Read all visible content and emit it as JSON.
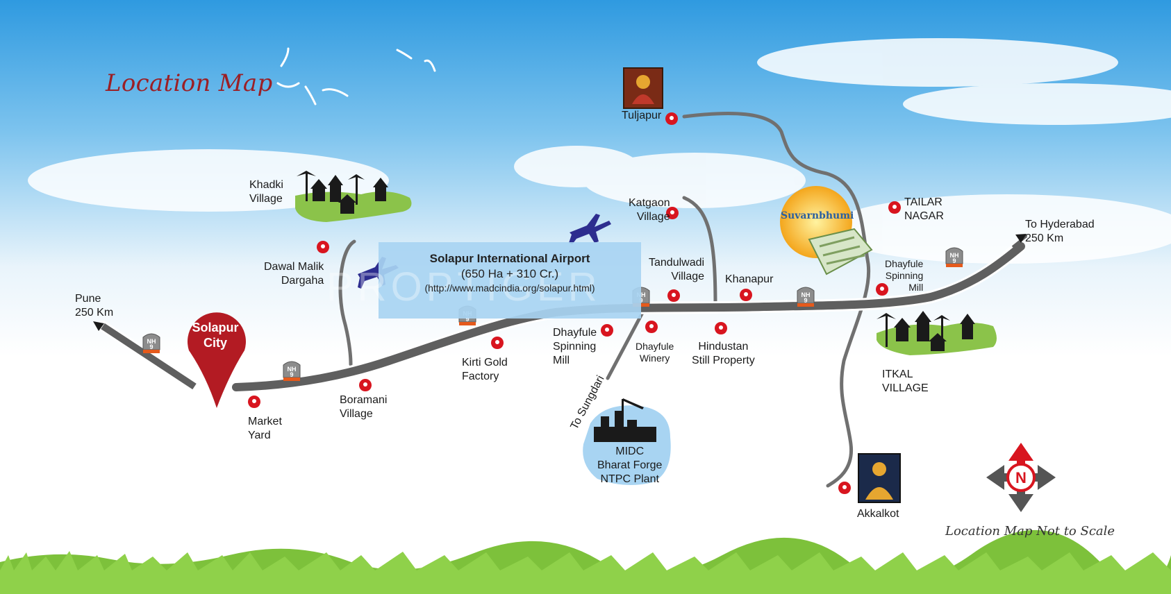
{
  "title": "Location Map",
  "scale_note": "Location Map Not to Scale",
  "watermark": "PROPTIGER",
  "city": {
    "line1": "Solapur",
    "line2": "City"
  },
  "airport": {
    "name": "Solapur International Airport",
    "area": "(650 Ha + 310 Cr.)",
    "url": "(http://www.madcindia.org/solapur.html)"
  },
  "project": "Suvarnbhumi",
  "compass": "N",
  "highway_shield": {
    "top": "NH",
    "bottom": "9"
  },
  "places": {
    "pune": {
      "line1": "Pune",
      "line2": "250 Km"
    },
    "hyderabad": {
      "line1": "To Hyderabad",
      "line2": "250 Km"
    },
    "tuljapur": "Tuljapur",
    "akkalkot": "Akkalkot",
    "khadki": {
      "line1": "Khadki",
      "line2": "Village"
    },
    "dawal": {
      "line1": "Dawal Malik",
      "line2": "Dargaha"
    },
    "market_yard": {
      "line1": "Market",
      "line2": "Yard"
    },
    "boramani": {
      "line1": "Boramani",
      "line2": "Village"
    },
    "kirti": {
      "line1": "Kirti Gold",
      "line2": "Factory"
    },
    "dhayfule_spinning_1": {
      "line1": "Dhayfule",
      "line2": "Spinning",
      "line3": "Mill"
    },
    "dhayfule_winery": {
      "line1": "Dhayfule",
      "line2": "Winery"
    },
    "katgaon": {
      "line1": "Katgaon",
      "line2": "Village"
    },
    "tandulwadi": {
      "line1": "Tandulwadi",
      "line2": "Village"
    },
    "hindustan": {
      "line1": "Hindustan",
      "line2": "Still Property"
    },
    "khanapur": "Khanapur",
    "tailar": {
      "line1": "TAILAR",
      "line2": "NAGAR"
    },
    "dhayfule_spinning_2": {
      "line1": "Dhayfule",
      "line2": "Spinning",
      "line3": "Mill"
    },
    "itkal": {
      "line1": "ITKAL",
      "line2": "VILLAGE"
    },
    "sungdari": "To Sungdari",
    "midc": {
      "line1": "MIDC",
      "line2": "Bharat Forge",
      "line3": "NTPC Plant"
    }
  },
  "colors": {
    "title": "#9b1f25",
    "marker": "#d8151f",
    "road": "#5f5f5f",
    "road_edge": "#ffffff",
    "airport_box": "#a8d4f2",
    "grass": "#7dc13b",
    "sky_top": "#2f9ae0",
    "compass": "#d8151f"
  }
}
